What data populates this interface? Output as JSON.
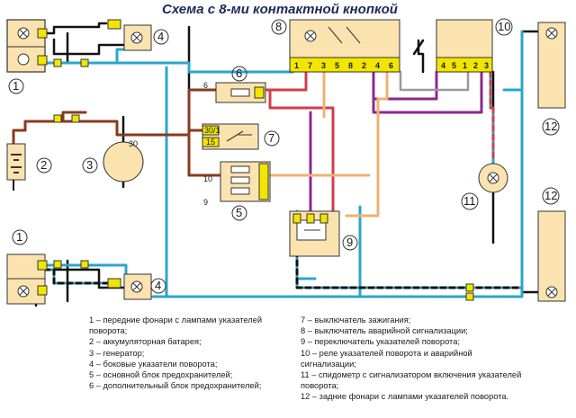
{
  "title": "Схема с 8-ми контактной кнопкой",
  "component_labels": {
    "c1_top": "1",
    "c4_top": "4",
    "c6": "6",
    "c6_pin": "6",
    "c2": "2",
    "c3": "3",
    "c3_pin": "30",
    "c7": "7",
    "c7_pin_a": "30/1",
    "c7_pin_b": "15",
    "c5": "5",
    "c5_pin_a": "10",
    "c5_pin_b": "9",
    "c8": "8",
    "c10": "10",
    "c9": "9",
    "c11": "11",
    "c12_top": "12",
    "c12_bottom": "12",
    "c1_bottom": "1",
    "c4_bottom": "4"
  },
  "pins_8": [
    "1",
    "7",
    "3",
    "5",
    "8",
    "2",
    "4",
    "6"
  ],
  "pins_10": [
    "4",
    "5",
    "1",
    "2",
    "3"
  ],
  "legend_left": [
    "1 – передние фонари с лампами указателей поворота;",
    "2 – аккумуляторная батарея;",
    "3 – генератор;",
    "4 – боковые указатели поворота;",
    "5 – основной блок предохранителей;",
    "6 – дополнительный блок предохранителей;"
  ],
  "legend_right": [
    "7 – выключатель зажигания;",
    "8 – выключатель аварийной сигнализации;",
    "9 – переключатель указателей поворота;",
    "10 – реле указателей поворота и аварийной сигнализации;",
    "11 – спидометр с сигнализатором включения указателей поворота;",
    "12 – задние фонари с лампами указателей поворота."
  ],
  "colors": {
    "component_fill": "#fbe3b0",
    "connector_fill": "#f2e600",
    "wire_blue": "#2aa7c9",
    "wire_black": "#111111",
    "wire_brown": "#8a3a1e",
    "wire_red": "#d23c4a",
    "wire_purple": "#8a2a8c",
    "wire_orange": "#f0b070",
    "wire_grey": "#9a9a9a",
    "wire_blue_red": "#2aa7c9/#d23c4a",
    "wire_blue_black": "#2aa7c9/#111111"
  }
}
